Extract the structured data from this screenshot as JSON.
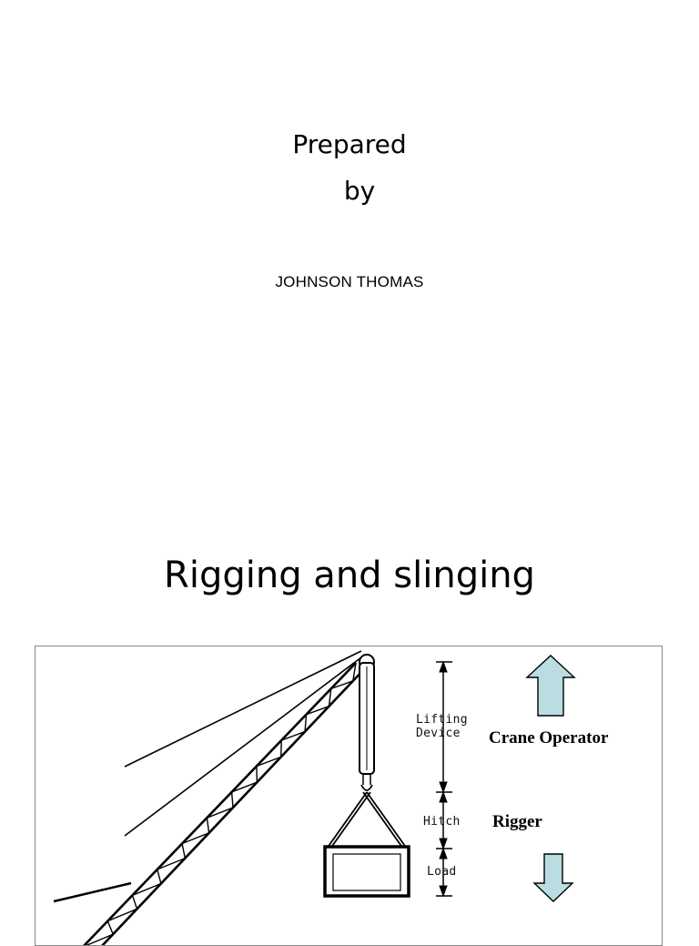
{
  "cover": {
    "prepared_line1": "Prepared",
    "prepared_line2": "by",
    "author": "JOHNSON THOMAS"
  },
  "slide": {
    "title": "Rigging and slinging"
  },
  "diagram": {
    "labels": {
      "lifting_device_1": "Lifting",
      "lifting_device_2": "Device",
      "hitch": "Hitch",
      "load": "Load"
    },
    "roles": {
      "crane_operator": "Crane Operator",
      "rigger": "Rigger"
    },
    "arrow_color": "#b9dde0"
  }
}
